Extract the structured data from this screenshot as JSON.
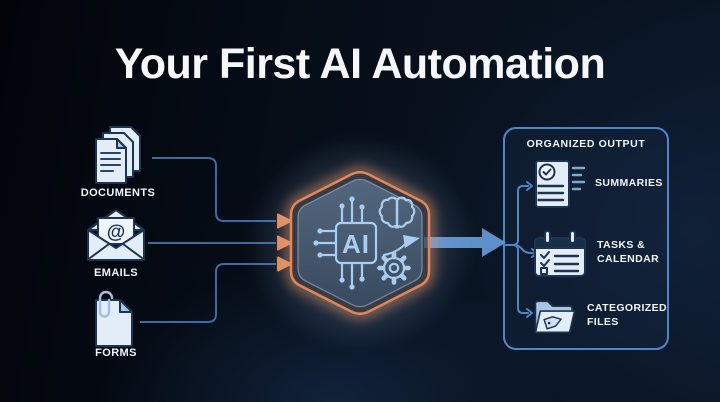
{
  "title": "Your First AI Automation",
  "inputs": [
    {
      "id": "documents",
      "label": "DOCUMENTS"
    },
    {
      "id": "emails",
      "label": "EMAILS"
    },
    {
      "id": "forms",
      "label": "FORMS"
    }
  ],
  "email_icon_symbol": "@",
  "ai_core": {
    "label": "AI"
  },
  "output": {
    "title": "ORGANIZED OUTPUT",
    "items": [
      {
        "id": "summaries",
        "label": "SUMMARIES"
      },
      {
        "id": "tasks-calendar",
        "label": "TASKS &\nCALENDAR"
      },
      {
        "id": "categorized-files",
        "label": "CATEGORIZED\nFILES"
      }
    ]
  },
  "colors": {
    "accent_orange": "#e0885c",
    "line_blue": "#3c6ba3",
    "arrow_blue": "#5d8fc9",
    "panel_border": "#4f86c6",
    "icon_fill": "#e3edf8",
    "icon_shade": "#a9c6e2",
    "icon_stroke": "#1d3450",
    "icon_dark": "#16304a",
    "ai_blue": "#a9cdf0"
  }
}
